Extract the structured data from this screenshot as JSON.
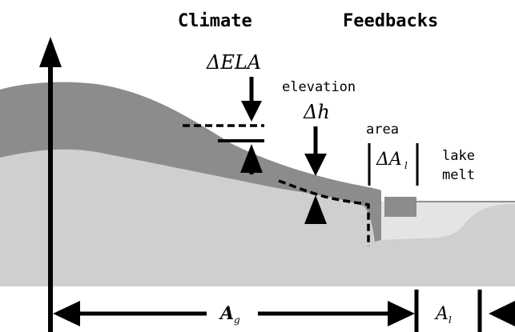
{
  "title": {
    "left": "Climate",
    "right": "Feedbacks"
  },
  "labels": {
    "delta_ela": "ΔELA",
    "elevation": "elevation",
    "delta_h": "Δh",
    "area": "area",
    "delta_a_main": "ΔA",
    "delta_a_sub": "l",
    "lake": "lake",
    "melt": "melt",
    "a_g_main": "A",
    "a_g_sub": "g",
    "a_l_main": "A",
    "a_l_sub": "l"
  },
  "colors": {
    "background": "#ffffff",
    "ground": "#cfcfcf",
    "glacier": "#8c8c8c",
    "lake": "#e4e4e4",
    "lake_block": "#8c8c8c",
    "ink": "#000000"
  }
}
